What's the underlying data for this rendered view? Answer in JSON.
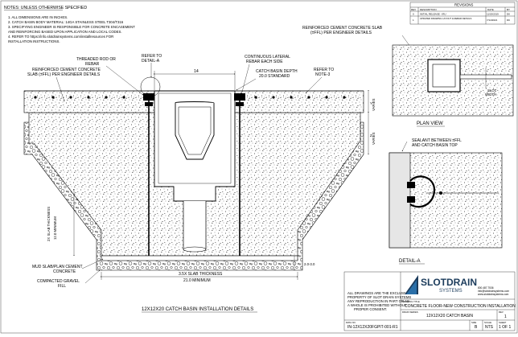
{
  "notes": {
    "heading": "NOTES: UNLESS OTHERWISE SPECIFIED",
    "items": [
      "1.  ALL DIMENSIONS ARE IN INCHES.",
      "2.  CATCH BASIN BODY MATERIAL: 14GA STAINLESS STEEL T304/T316",
      "3.  SPECIFYING ENGINEER IS RESPONSIBLE FOR CONCRETE ENCASEMENT",
      "     AND REINFORCING BASED UPON APPLICATION AND LOCAL CODES.",
      "4.  REFER TO https://info.slotdrainsystems.com/installresources FOR",
      "     INSTALLATION INSTRUCTIONS."
    ]
  },
  "revisions": {
    "title": "REVISIONS",
    "headers": [
      "REV",
      "DESCRIPTION",
      "DATE",
      "BY"
    ],
    "rows": [
      [
        "0",
        "INITIAL RELEASE - IRU",
        "11/20/2019",
        "DK"
      ],
      [
        "1",
        "UPDATED DRAWING LAYOUT & REBAR DETAILS",
        "7/14/2021",
        "DK"
      ]
    ]
  },
  "callouts": {
    "threaded_rod": "THREADED ROD OR",
    "threaded_rod2": "REBAR",
    "refer_detail": "REFER TO",
    "refer_detail2": "DETAIL-A",
    "dim_width": "14",
    "continuous_rebar": "CONTINUOUS LATERAL",
    "continuous_rebar2": "REBAR EACH SIDE",
    "basin_depth": "CATCH BASIN DEPTH",
    "basin_depth2": "20.0 STANDARD",
    "refer_note": "REFER TO",
    "refer_note2": "NOTE-3",
    "reinforced_left": "REINFORCED CEMENT CONCRETE",
    "reinforced_left2": "SLAB (±FFL) PER ENGINEER DETAILS",
    "varies_y": "Y",
    "varies": "VARIES",
    "varies_z": "Z",
    "slab_thickness": "2X SLAB THICKNESS",
    "slab_thickness2": "12.0 MINIMUM",
    "mud_slab": "MUD SLAB/PLAN CEMENT",
    "mud_slab2": "CONCRETE",
    "gravel": "COMPACTED GRAVEL",
    "gravel2": "FILL",
    "dim_2_3": "2.0-3.0",
    "slab_35x": "3.5X SLAB THICKNESS",
    "slab_35x2": "21.0 MINIMUM",
    "drawing_caption": "12X12X20 CATCH BASIN INSTALLATION DETAILS",
    "reinforced_right": "REINFORCED CEMENT CONCRETE SLAB",
    "reinforced_right2": "(±FFL) PER ENGINEER DETAILS",
    "slot": "SLOT",
    "width": "WIDTH",
    "plan_view": "PLAN VIEW",
    "sealant": "SEALANT BETWEEN ±FFL",
    "sealant2": "AND CATCH BASIN TOP",
    "detail_a": "DETAIL-A"
  },
  "title_block": {
    "disclaimer": [
      "ALL DRAWINGS ARE THE EXCLUSIVE",
      "PROPERTY OF SLOT DRAIN SYSTEMS",
      "ANY REPRODUCTION IN PART OR AS",
      "A WHOLE IS PROHIBITED WITHOUT",
      "PROPER CONSENT."
    ],
    "brand": "SLOTDRAIN",
    "brand_sub": "SYSTEMS",
    "contact": [
      "800.487.7536",
      "info@slotdrainsystems.com",
      "www.slotdrainsystems.com"
    ],
    "drawing_title_label": "DRAWING TITLE",
    "drawing_title": "CONCRETE FLOOR-NEW CONSTRUCTION INSTALLATION",
    "series_label": "DRAIN SERIES",
    "series": "12X12X20 CATCH BASIN",
    "rev_label": "REV",
    "rev": "1",
    "dwg_label": "DWG NO.",
    "dwg": "IN-12X12X20FGPIT-001-R1",
    "size_label": "SIZE",
    "size": "B",
    "scale_label": "SCALE",
    "scale": "NTS",
    "sheet_label": "SHEET",
    "sheet": "1 OF 1"
  },
  "colors": {
    "brand_dark": "#1c3c5c",
    "brand_blue": "#2a6fa8"
  }
}
